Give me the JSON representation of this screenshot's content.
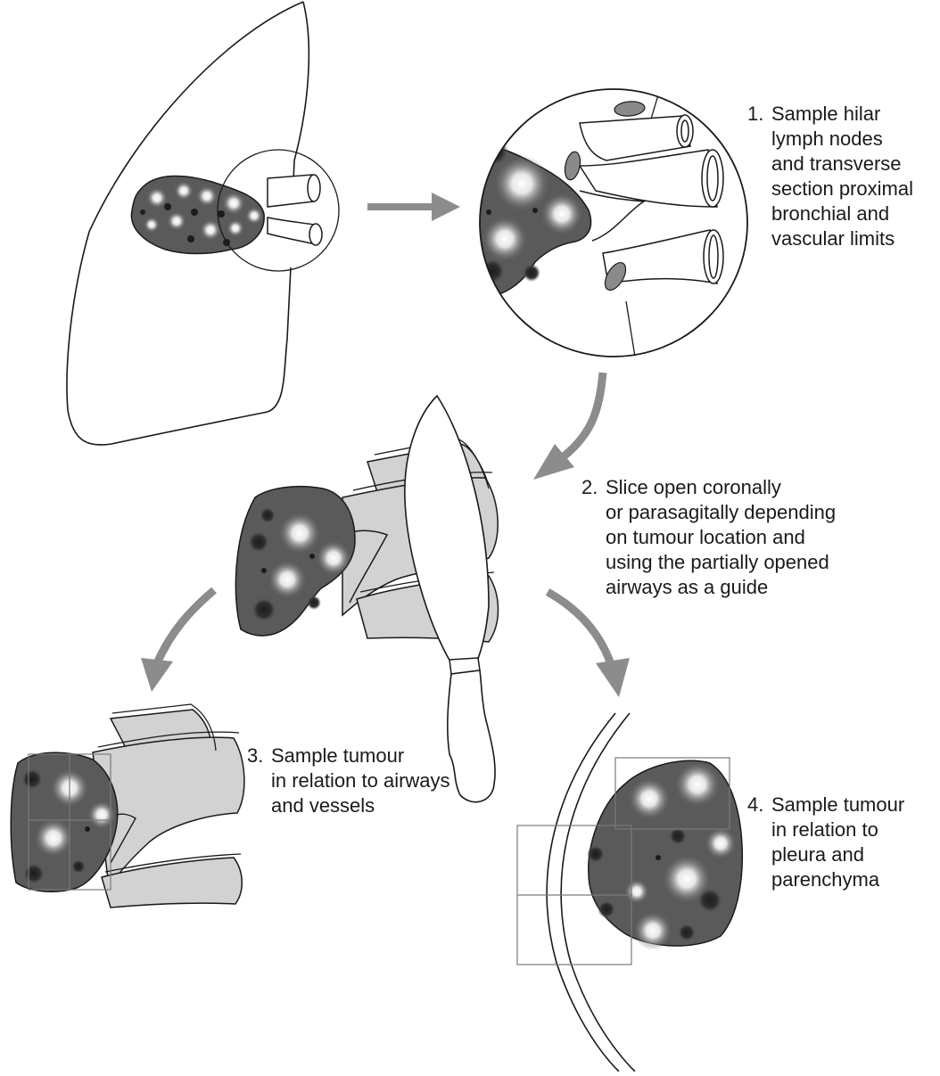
{
  "steps": [
    {
      "number": "1.",
      "lines": [
        "Sample hilar",
        "lymph nodes",
        "and transverse",
        "section proximal",
        "bronchial and",
        "vascular limits"
      ]
    },
    {
      "number": "2.",
      "lines": [
        "Slice open coronally",
        "or parasagitally depending",
        "on tumour location and",
        "using the partially opened",
        "airways as a guide"
      ]
    },
    {
      "number": "3.",
      "lines": [
        "Sample tumour",
        "in relation to airways",
        "and vessels"
      ]
    },
    {
      "number": "4.",
      "lines": [
        "Sample tumour",
        "in relation to",
        "pleura and",
        "parenchyma"
      ]
    }
  ],
  "colors": {
    "outline": "#1a1a1a",
    "arrow": "#8c8c8c",
    "tumour": "#5a5a5a",
    "vessel_fill": "#d2d2d2",
    "node_fill": "#8a8a8a",
    "grid": "#7a7a7a"
  },
  "icons": {
    "knife": "knife-icon",
    "arrow": "curved-arrow-icon"
  }
}
